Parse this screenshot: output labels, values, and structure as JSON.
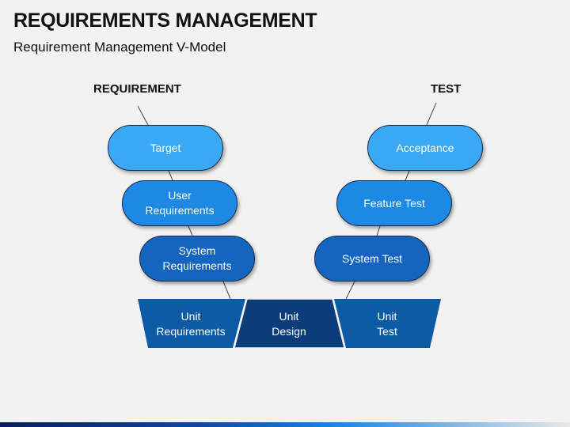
{
  "header": {
    "title": "REQUIREMENTS MANAGEMENT",
    "subtitle": "Requirement Management V-Model"
  },
  "diagram": {
    "left_heading": "REQUIREMENT",
    "right_heading": "TEST",
    "left_nodes": [
      "Target",
      "User\nRequirements",
      "System\nRequirements"
    ],
    "right_nodes": [
      "Acceptance",
      "Feature Test",
      "System Test"
    ],
    "bottom_nodes": [
      "Unit\nRequirements",
      "Unit\nDesign",
      "Unit\nTest"
    ]
  },
  "colors": {
    "level1": "#3aa8f5",
    "level2": "#1e88e5",
    "level3": "#1565c0",
    "unit_outer": "#0d5aa7",
    "unit_center": "#0a3d7a",
    "outline": "#1a2b4a"
  }
}
